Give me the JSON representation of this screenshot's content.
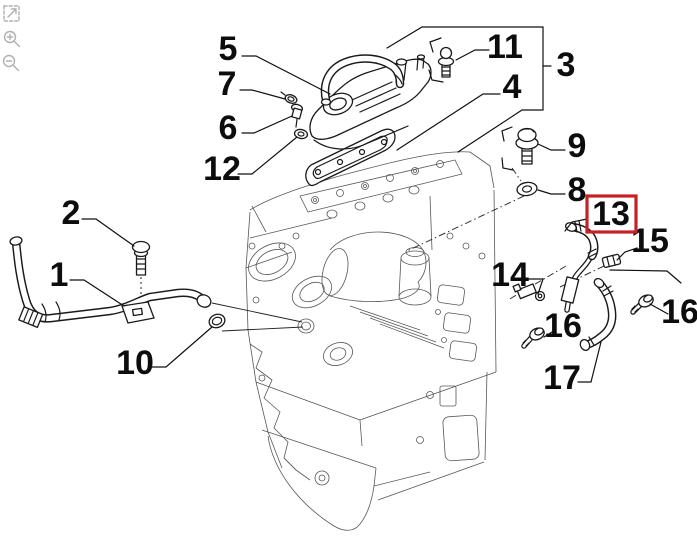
{
  "viewer": {
    "background_color": "#ffffff",
    "toolbar": {
      "icons": [
        {
          "name": "fit-to-view-icon"
        },
        {
          "name": "zoom-in-icon"
        },
        {
          "name": "zoom-out-icon"
        }
      ]
    }
  },
  "diagram": {
    "type": "exploded-parts-diagram",
    "line_color": "#1a1a1a",
    "engine_line_color": "#575757",
    "highlight_color": "#c42127",
    "highlighted_callout": "13",
    "callouts": [
      {
        "text": "1"
      },
      {
        "text": "2"
      },
      {
        "text": "3"
      },
      {
        "text": "4"
      },
      {
        "text": "5"
      },
      {
        "text": "6"
      },
      {
        "text": "7"
      },
      {
        "text": "8"
      },
      {
        "text": "9"
      },
      {
        "text": "10"
      },
      {
        "text": "11"
      },
      {
        "text": "12"
      },
      {
        "text": "13"
      },
      {
        "text": "14"
      },
      {
        "text": "15"
      },
      {
        "text": "16"
      },
      {
        "text": "16"
      },
      {
        "text": "17"
      }
    ]
  }
}
